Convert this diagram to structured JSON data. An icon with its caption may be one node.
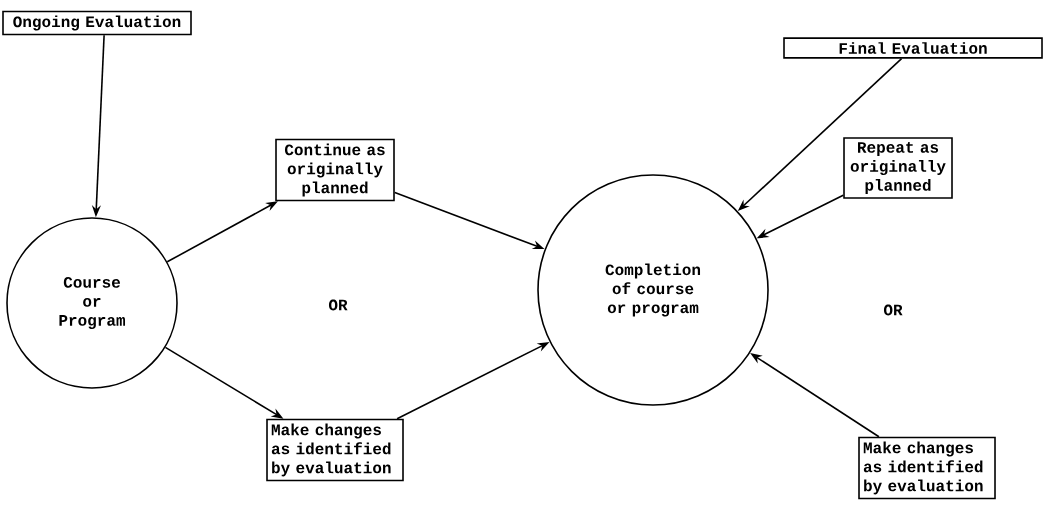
{
  "diagram": {
    "nodes": [
      {
        "text": [
          "Ongoing Evaluation"
        ]
      },
      {
        "text": [
          "Course or Program"
        ]
      },
      {
        "text": [
          "Continue as originally planned"
        ]
      },
      {
        "text": [
          "Make changes as identified by evaluation"
        ]
      },
      {
        "text": [
          "Final Evaluation"
        ]
      },
      {
        "text": [
          "Completion of course or program"
        ]
      },
      {
        "text": [
          "Repeat as originally planned"
        ]
      },
      {
        "text": [
          "Make changes as identified by evaluation"
        ]
      }
    ],
    "edges": [
      {
        "from": 0,
        "to": 1,
        "arrow": "to"
      },
      {
        "from": 1,
        "to": 2,
        "arrow": "to"
      },
      {
        "from": 1,
        "to": 3,
        "arrow": "to"
      },
      {
        "from": 2,
        "to": 5,
        "arrow": "to"
      },
      {
        "from": 3,
        "to": 5,
        "arrow": "to"
      },
      {
        "from": 4,
        "to": 5,
        "arrow": "to"
      },
      {
        "from": 6,
        "to": 5,
        "arrow": "to"
      },
      {
        "from": 7,
        "to": 5,
        "arrow": "to"
      }
    ],
    "labels": [
      "OR",
      "OR"
    ]
  }
}
